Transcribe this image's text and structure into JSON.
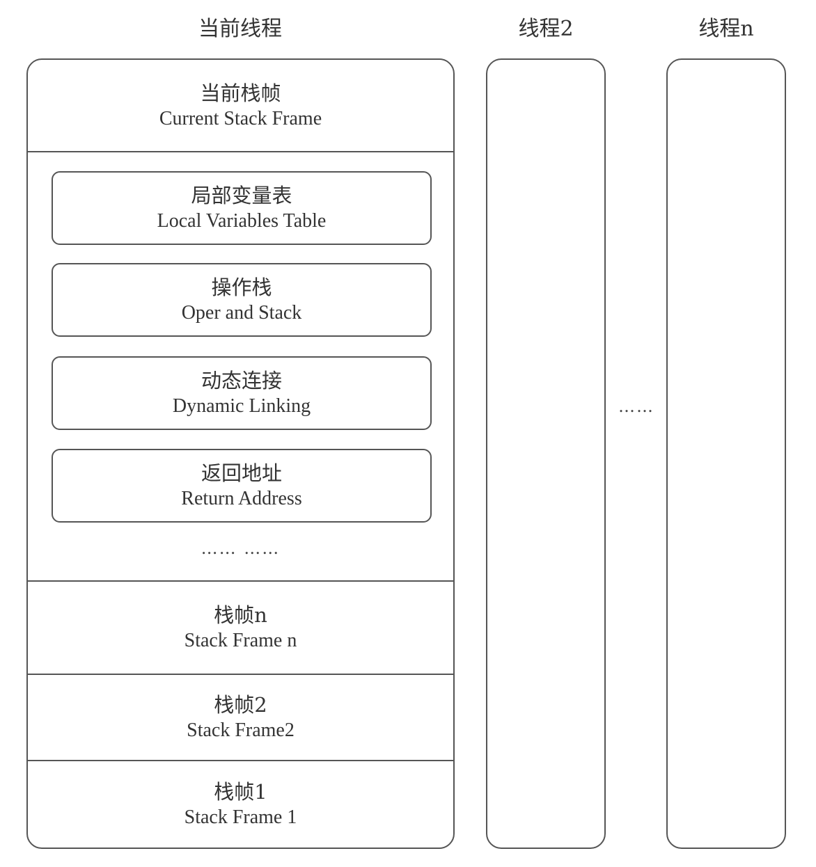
{
  "threads": {
    "current_title": "当前线程",
    "thread2_title": "线程2",
    "threadn_title": "线程n"
  },
  "current_frame": {
    "cn": "当前栈帧",
    "en": "Current Stack Frame"
  },
  "components": [
    {
      "cn": "局部变量表",
      "en": "Local Variables Table"
    },
    {
      "cn": "操作栈",
      "en": "Oper and Stack"
    },
    {
      "cn": "动态连接",
      "en": "Dynamic Linking"
    },
    {
      "cn": "返回地址",
      "en": "Return Address"
    }
  ],
  "components_more": "…… ……",
  "frames": [
    {
      "cn": "栈帧n",
      "en": "Stack Frame n"
    },
    {
      "cn": "栈帧2",
      "en": "Stack Frame2"
    },
    {
      "cn": "栈帧1",
      "en": "Stack Frame 1"
    }
  ],
  "between_threads": "……"
}
